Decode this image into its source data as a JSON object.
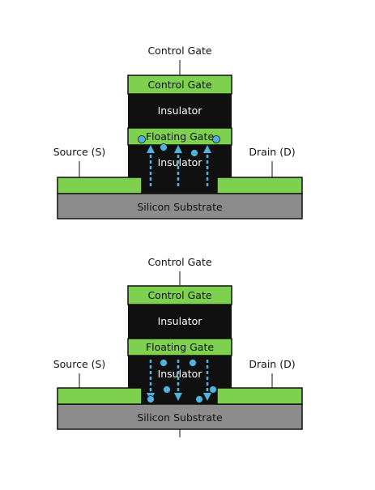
{
  "diagrams": [
    {
      "id": "programming",
      "labels": {
        "control_gate_top": "Control Gate",
        "control_gate": "Control Gate",
        "insulator_upper": "Insulator",
        "floating_gate": "Floating Gate",
        "insulator_lower": "Insulator",
        "source": "Source (S)",
        "drain": "Drain (D)",
        "substrate": "Silicon Substrate"
      },
      "electron_flow": "up"
    },
    {
      "id": "erasing",
      "labels": {
        "control_gate_top": "Control Gate",
        "control_gate": "Control Gate",
        "insulator_upper": "Insulator",
        "floating_gate": "Floating Gate",
        "insulator_lower": "Insulator",
        "source": "Source (S)",
        "drain": "Drain (D)",
        "substrate": "Silicon Substrate"
      },
      "electron_flow": "down"
    }
  ],
  "colors": {
    "gate_green": "#7DD14F",
    "insulator_black": "#101010",
    "substrate_gray": "#8C8C8C",
    "electron_blue": "#4FB3DD",
    "outline": "#111111"
  }
}
